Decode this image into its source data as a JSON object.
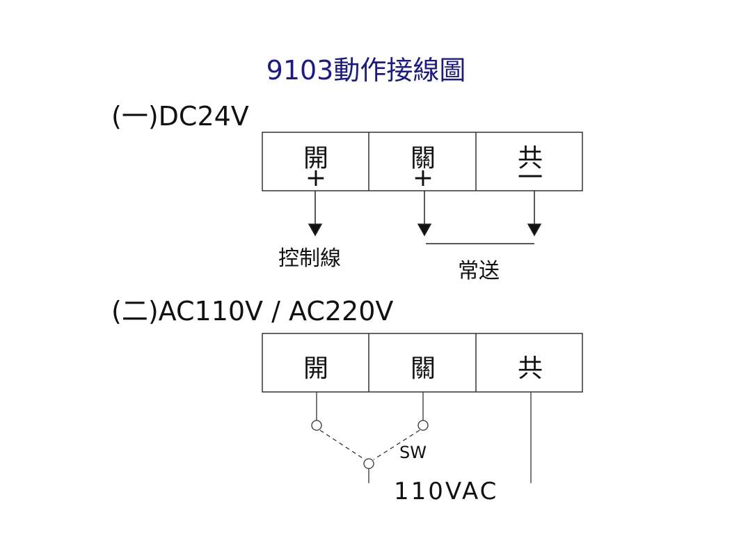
{
  "title": "9103動作接線圖",
  "section1": {
    "heading": "(一)DC24V",
    "terminals": [
      {
        "name": "開",
        "sign": "+"
      },
      {
        "name": "關",
        "sign": "+"
      },
      {
        "name": "共",
        "sign": "一"
      }
    ],
    "control_label": "控制線",
    "always_on_label": "常送"
  },
  "section2": {
    "heading": "(二)AC110V / AC220V",
    "terminals": [
      {
        "name": "開"
      },
      {
        "name": "關"
      },
      {
        "name": "共"
      }
    ],
    "switch_label": "SW",
    "supply_label": "110VAC"
  }
}
